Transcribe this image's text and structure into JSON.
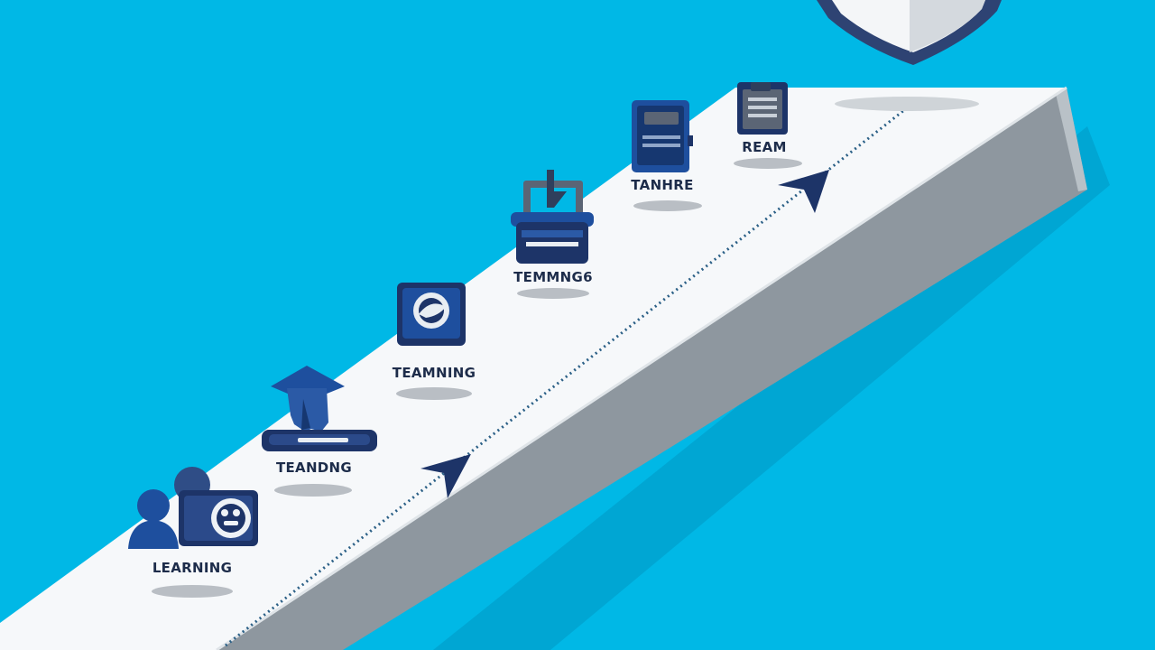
{
  "colors": {
    "background": "#00b8e6",
    "ramp_top": "#f6f8fa",
    "ramp_side": "#8e979f",
    "ramp_end": "#b9c1c7",
    "icon_blue": "#1e4f9e",
    "icon_navy": "#1d3468",
    "icon_grey": "#5b6575",
    "label": "#1d2c4a",
    "dots": "#2a5f86",
    "shadow": "#b9bec4"
  },
  "steps": [
    {
      "label": "LEARNING",
      "icon": "user-camera-icon"
    },
    {
      "label": "TEANDNG",
      "icon": "graduation-cap-icon"
    },
    {
      "label": "TEAMNING",
      "icon": "globe-badge-icon"
    },
    {
      "label": "TEMMNG6",
      "icon": "toolbox-icon"
    },
    {
      "label": "TANHRE",
      "icon": "server-panel-icon"
    },
    {
      "label": "REAM",
      "icon": "clipboard-icon"
    }
  ],
  "goal_icon": "shield-icon"
}
